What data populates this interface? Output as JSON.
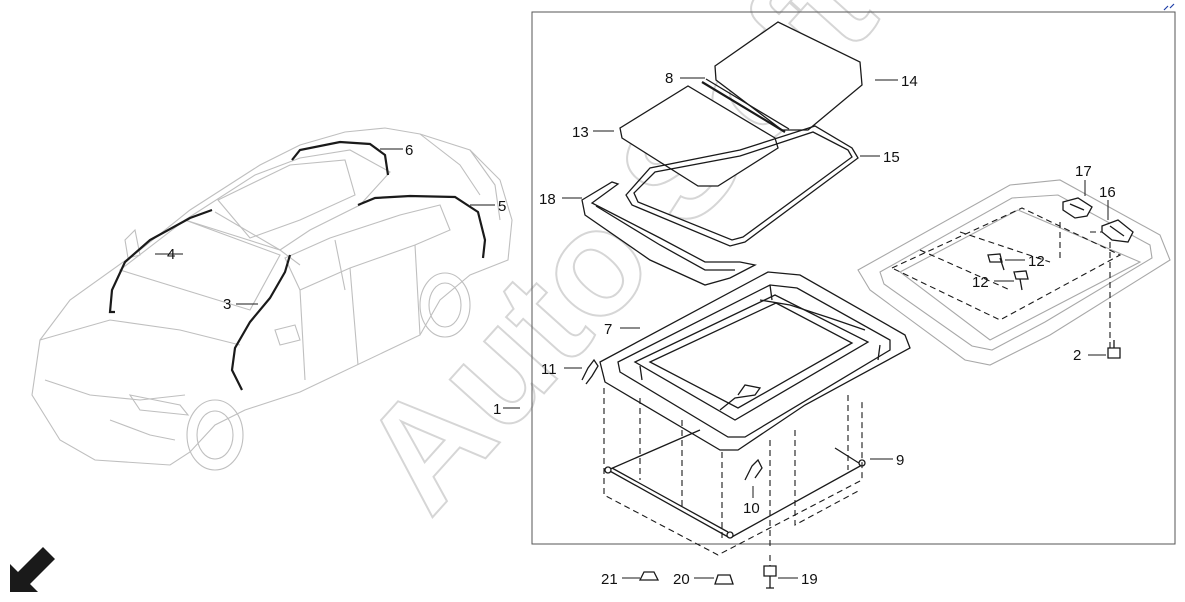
{
  "watermark": "Auto Soft",
  "callouts": {
    "c1": "1",
    "c2": "2",
    "c3": "3",
    "c4": "4",
    "c5": "5",
    "c6": "6",
    "c7": "7",
    "c8": "8",
    "c9": "9",
    "c10": "10",
    "c11": "11",
    "c12a": "12",
    "c12b": "12",
    "c13": "13",
    "c14": "14",
    "c15": "15",
    "c16": "16",
    "c17": "17",
    "c18": "18",
    "c19": "19",
    "c20": "20",
    "c21": "21"
  },
  "icons": {
    "direction_arrow": "arrow-down-left-icon"
  }
}
